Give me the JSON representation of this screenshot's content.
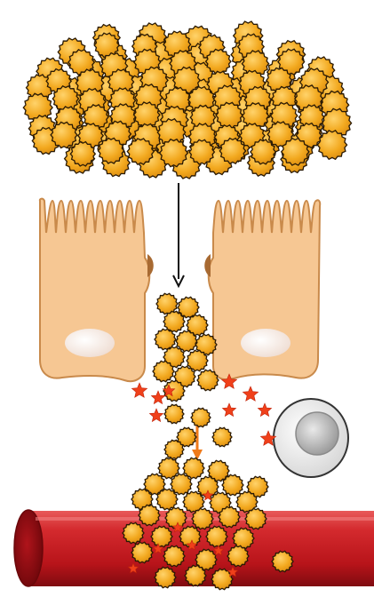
{
  "diagram": {
    "colors": {
      "particle_fill": "#f2a81e",
      "particle_outline": "#2a1a05",
      "cell_fill": "#f6c793",
      "cell_outline": "#c98a4b",
      "nucleus": "#f3e6de",
      "junction": "#a86a32",
      "arrow": "#111111",
      "star": "#f0401a",
      "vessel_fill": "#c5161d",
      "vessel_dark": "#7f0b10",
      "vessel_highlight": "#e85a5a",
      "immune_cell_outer": "#e3e3e3",
      "immune_cell_nucleus": "#b5b5b5"
    },
    "icons": [
      "particle-cluster",
      "epithelial-cell",
      "transport-arrow",
      "star-mediator",
      "immune-cell",
      "blood-vessel"
    ]
  }
}
